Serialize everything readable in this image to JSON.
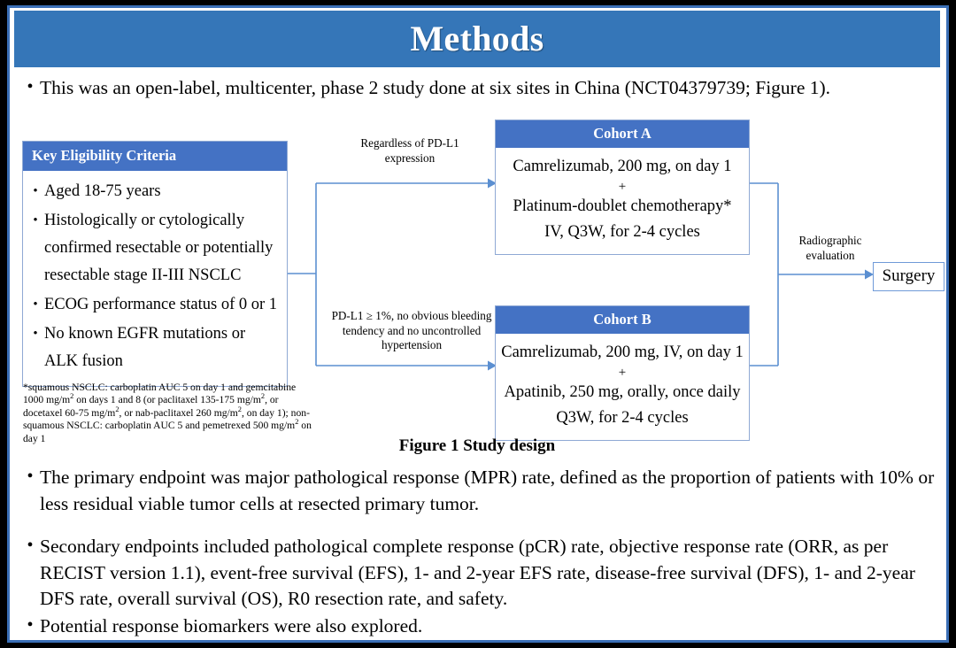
{
  "slide": {
    "title": "Methods",
    "intro_bullet": "This was an open-label, multicenter, phase 2 study done at six sites in China (NCT04379739; Figure 1).",
    "figure_caption": "Figure 1 Study design",
    "colors": {
      "title_bar_blue": "#3576b8",
      "box_header_blue": "#4472c4",
      "border_blue": "#3b6fb6",
      "connector_blue": "#5b8fd1",
      "frame_black": "#000000"
    }
  },
  "figure": {
    "eligibility": {
      "header": "Key  Eligibility Criteria",
      "items": [
        "Aged 18-75 years",
        "Histologically or cytologically confirmed resectable or potentially resectable stage II-III  NSCLC",
        "ECOG performance status of 0 or 1",
        "No known EGFR mutations or ALK fusion"
      ]
    },
    "footnote": {
      "line_1_pre": "*squamous NSCLC: carboplatin AUC 5 on day 1 and gemcitabine 1000 mg/m",
      "line_1_sup": "2",
      "line_1_post": " on days 1 and 8 (or",
      "line_2_a": "paclitaxel 135-175  mg/m",
      "line_2_sup_a": "2",
      "line_2_b": ", or docetaxel 60-75 mg/m",
      "line_2_sup_b": "2",
      "line_2_c": ", or nab-paclitaxel 260 mg/m",
      "line_2_sup_c": "2",
      "line_2_d": ", on day 1); non-",
      "line_3_a": "squamous NSCLC: carboplatin AUC 5 and pemetrexed 500 mg/m",
      "line_3_sup": "2",
      "line_3_b": " on day 1"
    },
    "cohort_a": {
      "header": "Cohort A",
      "line_1": "Camrelizumab, 200 mg, on day 1",
      "plus": "+",
      "line_2": "Platinum-doublet chemotherapy*",
      "line_3": "IV, Q3W, for 2-4 cycles"
    },
    "cohort_b": {
      "header": "Cohort B",
      "line_1": "Camrelizumab, 200 mg, IV, on day 1",
      "plus": "+",
      "line_2": "Apatinib, 250 mg, orally, once daily",
      "line_3": "Q3W, for 2-4 cycles"
    },
    "connector_labels": {
      "top": "Regardless  of PD-L1 expression",
      "bottom": "PD-L1 ≥ 1%, no obvious bleeding tendency  and no uncontrolled  hypertension",
      "right": "Radiographic evaluation"
    },
    "surgery": {
      "label": "Surgery"
    }
  },
  "bullets": [
    "The primary endpoint was major pathological response (MPR) rate, defined as the proportion of patients with 10% or less residual viable tumor cells at resected primary tumor.",
    "Secondary endpoints included pathological complete response (pCR) rate, objective response rate (ORR, as per RECIST version 1.1), event-free survival (EFS), 1- and 2-year EFS rate, disease-free survival (DFS), 1- and 2-year DFS rate, overall survival (OS), R0 resection rate, and safety.",
    "Potential response biomarkers were also explored."
  ],
  "icons": {
    "bullet_glyph": "•",
    "arrow_glyph": "▶"
  }
}
